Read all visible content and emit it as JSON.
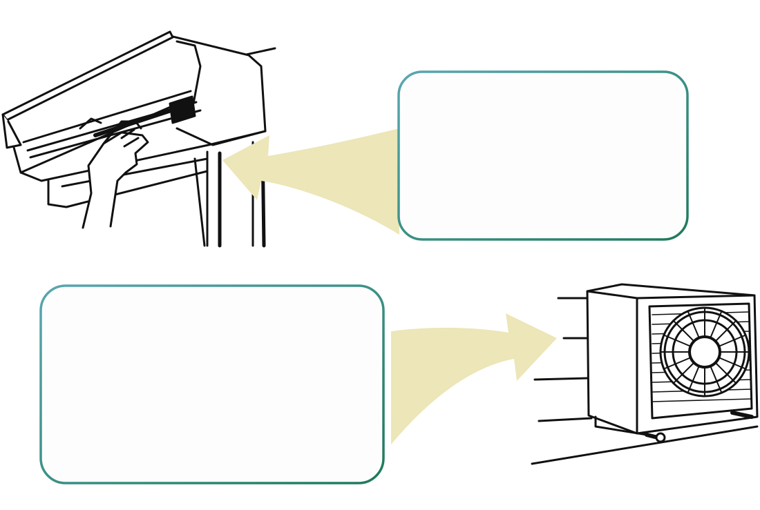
{
  "diagram": {
    "colors": {
      "box_gradient_start": "#5aa7b0",
      "box_gradient_end": "#1e7a5c",
      "arrow_fill": "#ece6b8",
      "line_art": "#111111",
      "background": "#ffffff"
    },
    "illustrations": [
      {
        "name": "indoor-ac-unit",
        "description_icon": "indoor-split-ac-icon"
      },
      {
        "name": "outdoor-ac-unit",
        "description_icon": "outdoor-condenser-icon"
      }
    ],
    "boxes": [
      {
        "name": "upper-label-box",
        "text": ""
      },
      {
        "name": "lower-label-box",
        "text": ""
      }
    ],
    "arrows": [
      {
        "name": "arrow-to-indoor-unit",
        "direction": "left"
      },
      {
        "name": "arrow-to-outdoor-unit",
        "direction": "right"
      }
    ]
  }
}
